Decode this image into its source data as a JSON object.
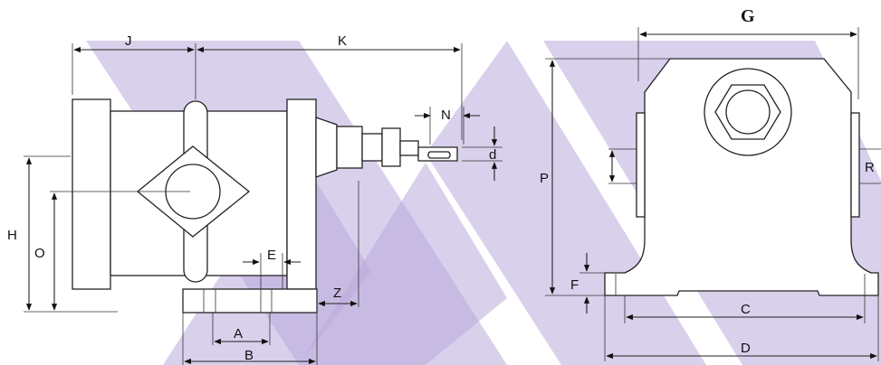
{
  "labels": {
    "J": "J",
    "K": "K",
    "N": "N",
    "d": "d",
    "H": "H",
    "O": "O",
    "E": "E",
    "Z": "Z",
    "A": "A",
    "B": "B",
    "G": "G",
    "P": "P",
    "R": "R",
    "F": "F",
    "C": "C",
    "D": "D"
  },
  "colors": {
    "watermark": "#b9a9dc",
    "lines": "#222222",
    "background": "#ffffff"
  }
}
